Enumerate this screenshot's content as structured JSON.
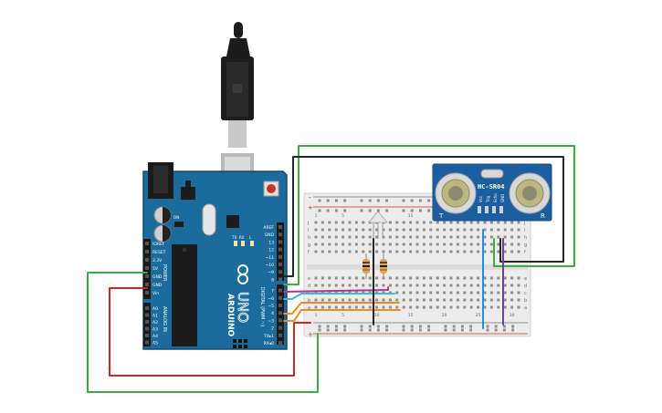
{
  "arduino": {
    "brand": "ARDUINO",
    "model": "UNO",
    "digital_label": "DIGITAL (PWM ~)",
    "power_label": "POWER",
    "analog_label": "ANALOG IN",
    "led_tx": "TX",
    "led_rx": "RX",
    "led_l": "L",
    "on_label": "ON",
    "power_pins": [
      "IOREF",
      "RESET",
      "3.3V",
      "5V",
      "GND",
      "GND",
      "Vin"
    ],
    "analog_pins": [
      "A0",
      "A1",
      "A2",
      "A3",
      "A4",
      "A5"
    ],
    "digital_pins": [
      "AREF",
      "GND",
      "13",
      "12",
      "~11",
      "~10",
      "~9",
      "8",
      "7",
      "~6",
      "~5",
      "4",
      "~3",
      "2",
      "TX▸1",
      "RX◂0"
    ]
  },
  "sensor": {
    "model": "HC-SR04",
    "left_label": "T",
    "right_label": "R",
    "pins": [
      "Vcc",
      "Trig",
      "Echo",
      "GND"
    ]
  },
  "breadboard": {
    "row_letters_top": [
      "j",
      "i",
      "h",
      "g",
      "f"
    ],
    "row_letters_bottom": [
      "e",
      "d",
      "c",
      "b",
      "a"
    ],
    "column_numbers": [
      "1",
      "5",
      "10",
      "15",
      "20",
      "25",
      "30"
    ],
    "rail_plus": "+",
    "rail_minus": "-"
  },
  "colors": {
    "board": "#1b6c9c",
    "board_dark": "#124c70",
    "breadboard": "#ececec",
    "wire_green": "#3cae3c",
    "wire_red": "#d42424",
    "wire_black": "#262626",
    "wire_magenta": "#c22f8a",
    "wire_cyan": "#3fb8d6",
    "wire_orange": "#f08c1e",
    "wire_blue": "#2a8dd8",
    "wire_purple": "#6a3fa6"
  }
}
